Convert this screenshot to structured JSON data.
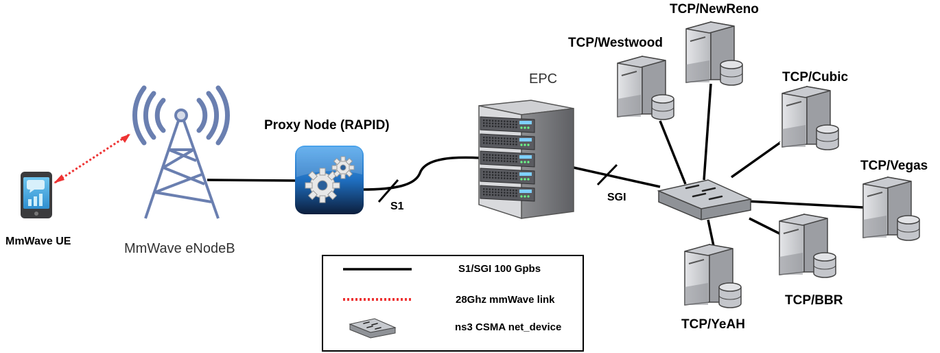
{
  "nodes": {
    "ue": {
      "label": "MmWave UE"
    },
    "enb": {
      "label": "MmWave eNodeB"
    },
    "proxy": {
      "label": "Proxy Node (RAPID)"
    },
    "epc": {
      "label": "EPC"
    },
    "servers": {
      "newreno": "TCP/NewReno",
      "westwood": "TCP/Westwood",
      "cubic": "TCP/Cubic",
      "vegas": "TCP/Vegas",
      "bbr": "TCP/BBR",
      "yeah": "TCP/YeAH"
    }
  },
  "links": {
    "s1": "S1",
    "sgi": "SGI"
  },
  "legend": {
    "wired": "S1/SGI  100 Gpbs",
    "wireless": "28Ghz mmWave link",
    "csma": "ns3 CSMA net_device"
  },
  "colors": {
    "wired_link": "#000000",
    "wireless_link": "#ee3333",
    "tower": "#6a7fb0",
    "proxy_blue": "#1f6fc0",
    "server_gray": "#a9abb0",
    "switch_gray": "#b9bcc2"
  },
  "icons": {
    "ue": "smartphone-icon",
    "enb": "cell-tower-icon",
    "proxy": "gears-icon",
    "epc": "server-rack-icon",
    "switch": "network-switch-icon",
    "server": "server-database-icon"
  }
}
